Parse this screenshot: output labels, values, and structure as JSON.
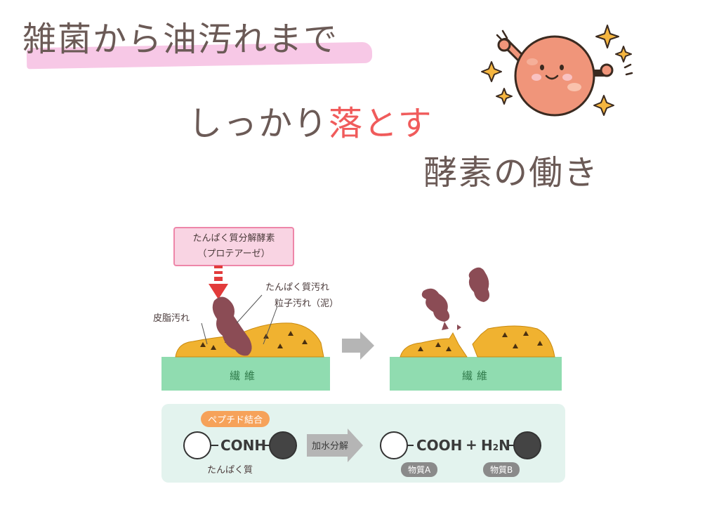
{
  "headline": {
    "line1": "雑菌から油汚れまで",
    "line2_plain": "しっかり",
    "line2_accent": "落とす",
    "line3": "酵素の働き"
  },
  "diagram": {
    "callout_line1": "たんぱく質分解酵素",
    "callout_line2": "（プロテアーゼ）",
    "label_protein_stain": "たんぱく質汚れ",
    "label_particle_stain": "粒子汚れ（泥）",
    "label_sebum_stain": "皮脂汚れ",
    "fiber_label_before": "繊維",
    "fiber_label_after": "繊維"
  },
  "reaction": {
    "bond_badge": "ペプチド結合",
    "left_group": "CONH",
    "left_caption": "たんぱく質",
    "process_label": "加水分解",
    "product_acid": "COOH",
    "plus": "+",
    "amine_h": "H",
    "amine_sub": "2",
    "amine_n": "N",
    "substance_a": "物質A",
    "substance_b": "物質B"
  },
  "colors": {
    "title_text": "#6b5a56",
    "accent_red": "#f05b5b",
    "highlight_pink": "#f7c8e6",
    "stain_yellow": "#f0b230",
    "protein_brown": "#8b4c55",
    "fiber_green": "#90dcb0",
    "arrow_red": "#e23b3b",
    "panel_bg": "#e3f3ee",
    "badge_orange": "#f6a25a",
    "character_orange": "#f0957a"
  },
  "icons": [
    "sparkle-icon",
    "enzyme-character-icon",
    "gray-right-arrow-icon",
    "red-down-arrow-icon"
  ]
}
